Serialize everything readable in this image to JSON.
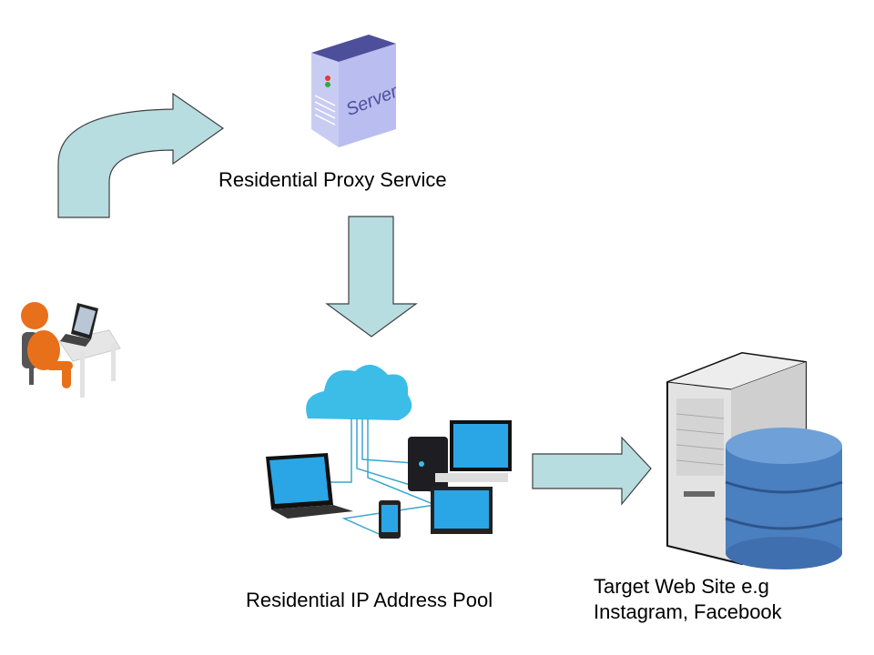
{
  "diagram": {
    "nodes": {
      "user": {
        "label": "",
        "icon": "person-at-computer-icon"
      },
      "proxy": {
        "label": "Residential Proxy Service",
        "server_text": "Server",
        "icon": "server-icon"
      },
      "pool": {
        "label": "Residential IP Address Pool",
        "icon": "cloud-network-devices-icon"
      },
      "target": {
        "label_line1": "Target Web Site e.g",
        "label_line2": "Instagram, Facebook",
        "icon": "database-server-icon"
      }
    },
    "edges": [
      {
        "from": "user",
        "to": "proxy",
        "shape": "bent-arrow"
      },
      {
        "from": "proxy",
        "to": "pool",
        "shape": "down-arrow"
      },
      {
        "from": "pool",
        "to": "target",
        "shape": "right-arrow"
      }
    ],
    "colors": {
      "arrow_fill": "#b7dde0",
      "arrow_stroke": "#404040",
      "person": "#e8701a",
      "server_purple": "#b9bdf0",
      "cloud": "#3bbde8",
      "db_blue": "#4a7fc0"
    }
  }
}
